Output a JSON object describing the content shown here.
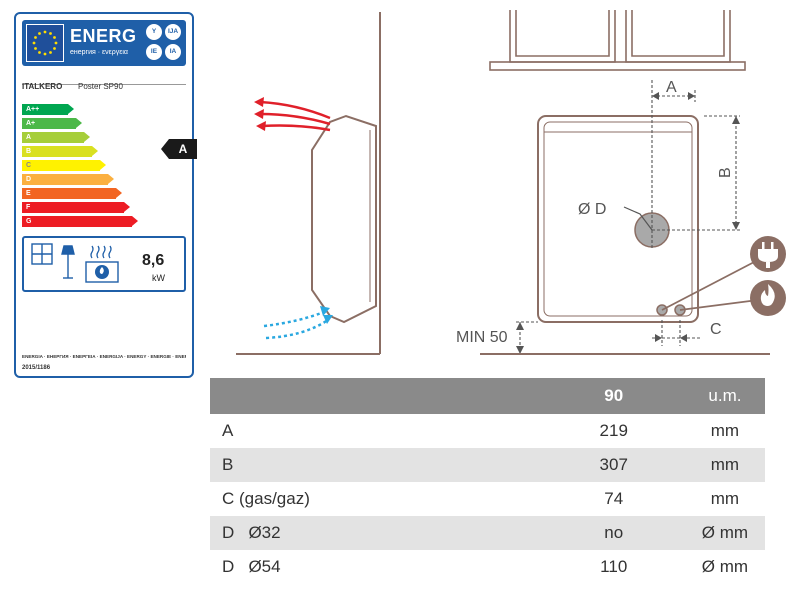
{
  "energy_label": {
    "title": "ENERG",
    "subtitle": "енергия · ενεργεια",
    "lang_codes": [
      "Y",
      "IJA",
      "IE",
      "IA"
    ],
    "brand": "ITALKERO",
    "model": "Poster SP90",
    "scale": [
      {
        "label": "A++",
        "color": "#00a650"
      },
      {
        "label": "A+",
        "color": "#4cb848"
      },
      {
        "label": "A",
        "color": "#a6ce39"
      },
      {
        "label": "B",
        "color": "#d9e021"
      },
      {
        "label": "C",
        "color": "#fff200"
      },
      {
        "label": "D",
        "color": "#fbb040"
      },
      {
        "label": "E",
        "color": "#f26522"
      },
      {
        "label": "F",
        "color": "#ed1c24"
      },
      {
        "label": "G",
        "color": "#ed1c24"
      }
    ],
    "rating": "A",
    "power_value": "8,6",
    "power_unit": "kW",
    "footer": "ENERGIA · ЕНЕРГИЯ · ΕΝΕΡΓΕΙΑ · ENERGIJA · ENERGY · ENERGIE · ENERGIA",
    "regulation": "2015/1186",
    "icons": [
      "room-heating-icon",
      "lamp-icon",
      "heat-waves-icon",
      "fire-icon"
    ]
  },
  "diagram": {
    "labels": {
      "a": "A",
      "b": "B",
      "c": "C",
      "d": "Ø D",
      "min": "MIN 50"
    },
    "colors": {
      "hot_air": "#e0202a",
      "cold_air": "#2aa8e0",
      "outline": "#8b6e64",
      "badge": "#8b6e64"
    },
    "icons": [
      "electric-plug-icon",
      "gas-flame-icon"
    ]
  },
  "table": {
    "headers": [
      "",
      "90",
      "u.m."
    ],
    "rows": [
      {
        "label": "A",
        "value": "219",
        "unit": "mm"
      },
      {
        "label": "B",
        "value": "307",
        "unit": "mm"
      },
      {
        "label": "C (gas/gaz)",
        "value": "74",
        "unit": "mm"
      },
      {
        "label": "D   Ø32",
        "value": "no",
        "unit": "Ø mm"
      },
      {
        "label": "D   Ø54",
        "value": "110",
        "unit": "Ø mm"
      }
    ]
  }
}
